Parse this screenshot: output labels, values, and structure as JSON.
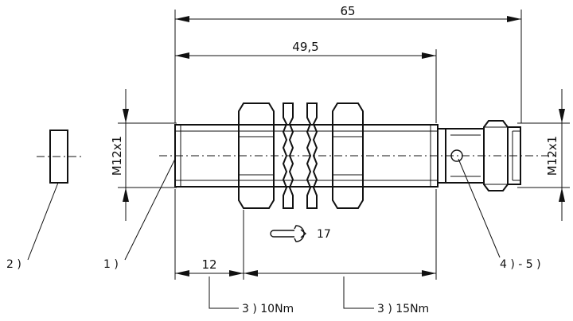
{
  "dimensions": {
    "overall_length": "65",
    "body_length": "49,5",
    "thread_left": "M12x1",
    "thread_right": "M12x1",
    "thread_length": "12"
  },
  "callouts": {
    "c1": "1 )",
    "c2": "2 )",
    "c3a": "3 ) 10Nm",
    "c3b": "3 ) 15Nm",
    "c45": "4 ) - 5 )",
    "wrench": "17"
  }
}
